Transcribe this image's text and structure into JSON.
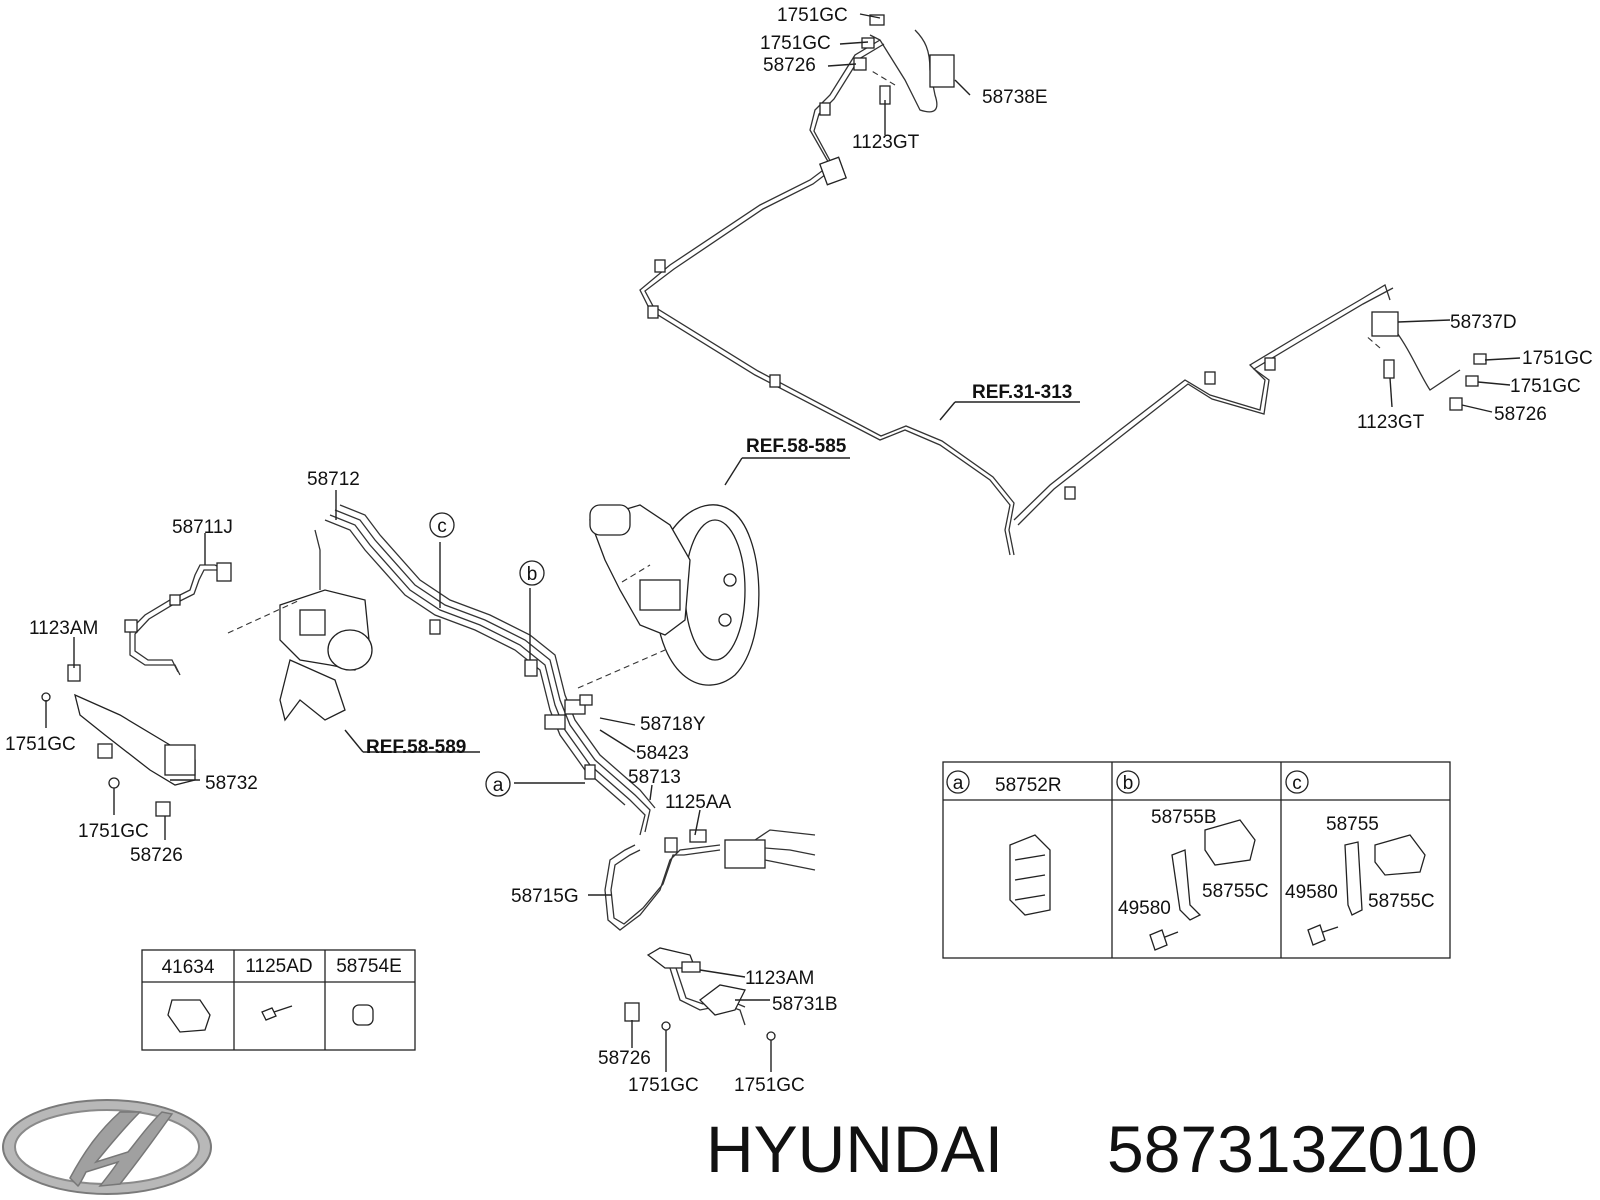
{
  "brand": "HYUNDAI",
  "part_number": "587313Z010",
  "refs": {
    "r1": "REF.31-313",
    "r2": "REF.58-585",
    "r3": "REF.58-589"
  },
  "labels": {
    "l01": "1751GC",
    "l02": "1751GC",
    "l03": "58726",
    "l04": "58738E",
    "l05": "1123GT",
    "l06": "58737D",
    "l07": "1751GC",
    "l08": "1751GC",
    "l09": "1123GT",
    "l10": "58726",
    "l11": "58712",
    "l12": "58711J",
    "l13": "1123AM",
    "l14": "1751GC",
    "l15": "58732",
    "l16": "1751GC",
    "l17": "58726",
    "l18": "58718Y",
    "l19": "58423",
    "l20": "58713",
    "l21": "1125AA",
    "l22": "58715G",
    "l23": "1123AM",
    "l24": "58731B",
    "l25": "58726",
    "l26": "1751GC",
    "l27": "1751GC"
  },
  "callouts": {
    "a": "a",
    "b": "b",
    "c": "c"
  },
  "table_left": {
    "headers": [
      "41634",
      "1125AD",
      "58754E"
    ]
  },
  "table_right": {
    "col_a": {
      "key": "a",
      "part": "58752R"
    },
    "col_b": {
      "key": "b",
      "parts": [
        "58755B",
        "58755C",
        "49580"
      ]
    },
    "col_c": {
      "key": "c",
      "parts": [
        "58755",
        "49580",
        "58755C"
      ]
    }
  }
}
